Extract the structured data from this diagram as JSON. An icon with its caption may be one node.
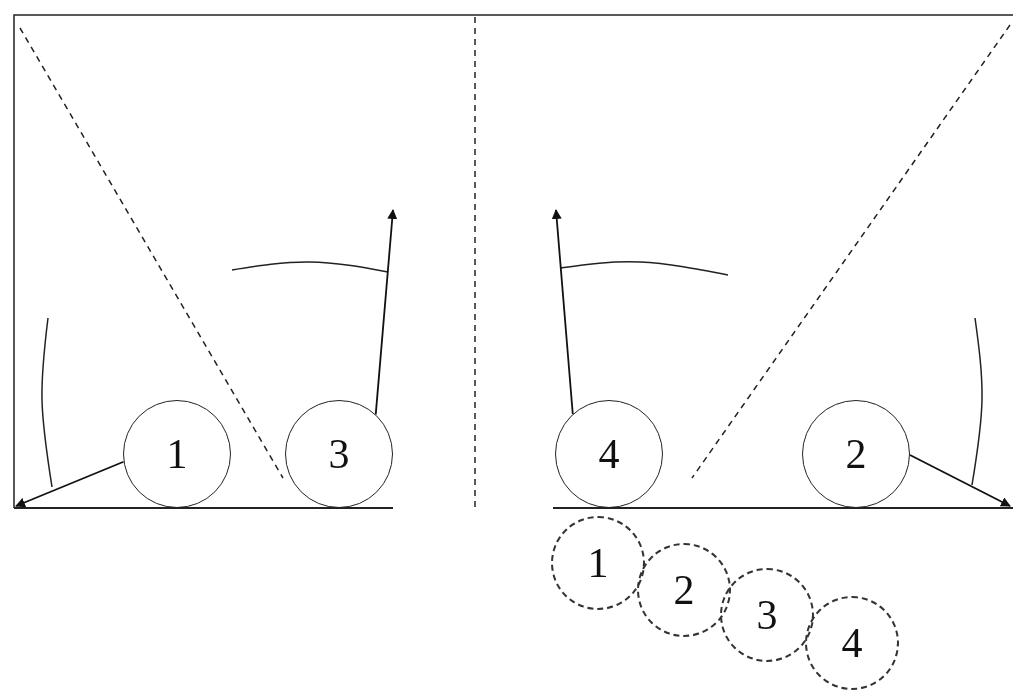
{
  "diagram": {
    "nodes": [
      {
        "text": [
          "1"
        ]
      },
      {
        "text": [
          "3"
        ]
      },
      {
        "text": [
          "4"
        ]
      },
      {
        "text": [
          "2"
        ]
      },
      {
        "text": [
          "1"
        ]
      },
      {
        "text": [
          "2"
        ]
      },
      {
        "text": [
          "3"
        ]
      },
      {
        "text": [
          "4"
        ]
      }
    ],
    "edges": [
      {
        "from": 0,
        "to": null,
        "arrow": "to"
      },
      {
        "from": 1,
        "to": null,
        "arrow": "to"
      },
      {
        "from": 2,
        "to": null,
        "arrow": "to"
      },
      {
        "from": 3,
        "to": null,
        "arrow": "to"
      }
    ]
  }
}
